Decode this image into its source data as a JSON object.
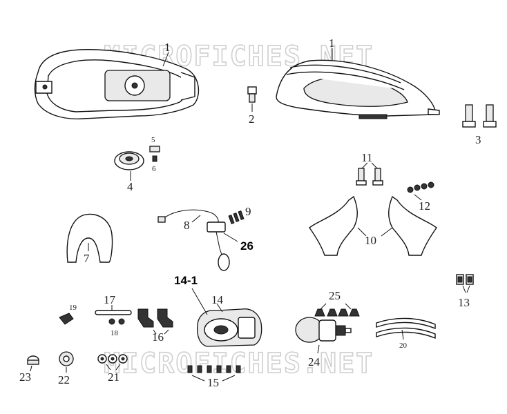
{
  "watermark": {
    "top": "MICROFICHES.NET",
    "bottom": "MICROFICHES.NET"
  },
  "labels": {
    "l1a": "1",
    "l1b": "1",
    "l2": "2",
    "l3": "3",
    "l4": "4",
    "l5": "5",
    "l6": "6",
    "l7": "7",
    "l8": "8",
    "l9": "9",
    "l10": "10",
    "l11": "11",
    "l12": "12",
    "l13": "13",
    "l14": "14",
    "l14_1": "14-1",
    "l15": "15",
    "l16": "16",
    "l17": "17",
    "l18": "18",
    "l19": "19",
    "l20": "20",
    "l21": "21",
    "l22": "22",
    "l23": "23",
    "l24": "24",
    "l25": "25",
    "l26": "26"
  }
}
